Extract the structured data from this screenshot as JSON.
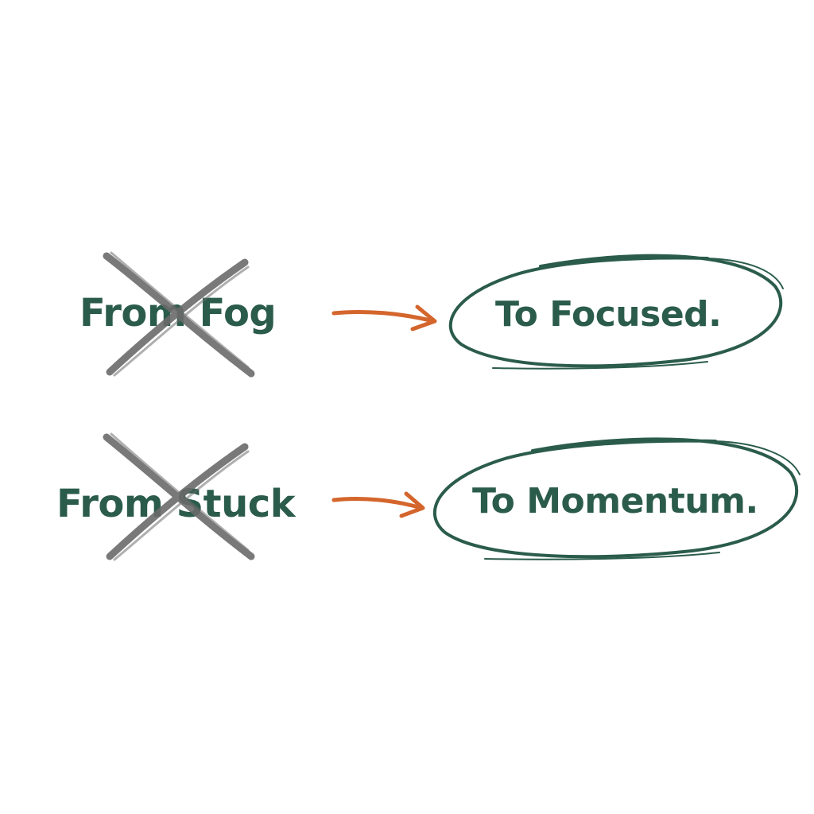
{
  "rows": [
    {
      "from": "From Fog",
      "to": "To Focused."
    },
    {
      "from": "From Stuck",
      "to": "To Momentum."
    }
  ],
  "colors": {
    "text_green": "#2b5c4b",
    "arrow_orange": "#d4652c",
    "cross_gray": "#6b6b6b",
    "background": "#ffffff"
  },
  "icons": {
    "cross": "x-mark-icon",
    "arrow": "arrow-right-icon",
    "circle": "hand-drawn-oval"
  }
}
